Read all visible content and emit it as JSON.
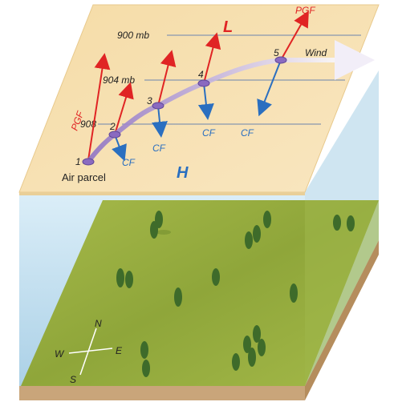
{
  "isobars": {
    "top": "900 mb",
    "mid": "904 mb",
    "low": "908"
  },
  "pressure": {
    "low": "L",
    "high": "H"
  },
  "labels": {
    "pgf_left": "PGF",
    "pgf_top": "PGF",
    "wind": "Wind",
    "air_parcel": "Air parcel",
    "cf": "CF"
  },
  "positions": [
    "1",
    "2",
    "3",
    "4",
    "5"
  ],
  "compass": {
    "north": "N",
    "south": "S",
    "east": "E",
    "west": "W"
  },
  "colors": {
    "pgf_arrow": "#e02424",
    "cf_arrow": "#2a6fc0",
    "wind_path": "#9b7fc8",
    "parcel": "#8a6ac0",
    "top_plane": "#f7dfae",
    "sky": "#b9d8ec",
    "ground": "#94ad3c",
    "soil": "#caa779"
  }
}
